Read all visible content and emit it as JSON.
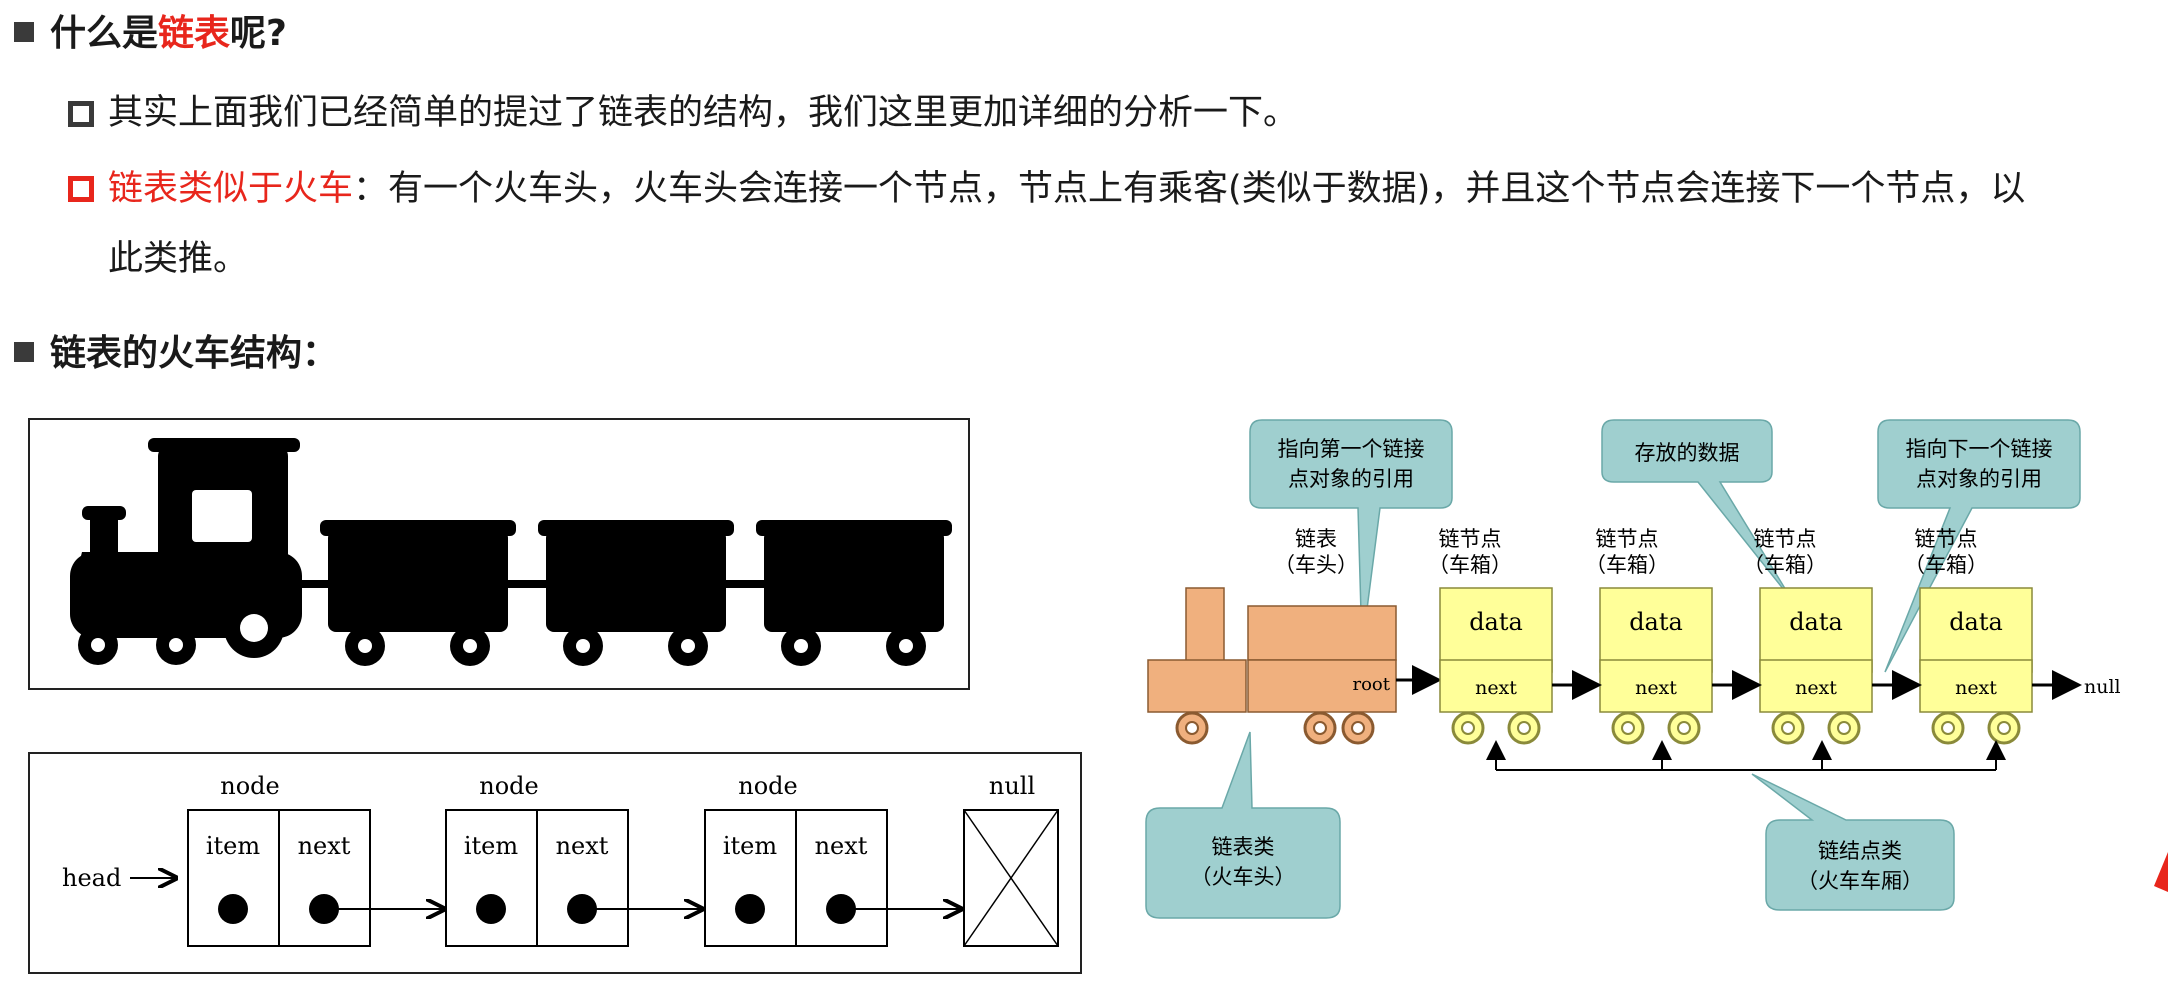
{
  "heading1": {
    "prefix": "什么是",
    "highlight": "链表",
    "suffix": "呢?"
  },
  "bullet1": "其实上面我们已经简单的提过了链表的结构，我们这里更加详细的分析一下。",
  "bullet2": {
    "highlight": "链表类似于火车",
    "rest_line1": "：有一个火车头，火车头会连接一个节点，节点上有乘客(类似于数据)，并且这个节点会连接下一个节点，以",
    "rest_line2": "此类推。"
  },
  "heading2": "链表的火车结构：",
  "linked_list_diagram": {
    "head_label": "head",
    "nodes": [
      {
        "caption": "node",
        "item": "item",
        "next": "next"
      },
      {
        "caption": "node",
        "item": "item",
        "next": "next"
      },
      {
        "caption": "node",
        "item": "item",
        "next": "next"
      }
    ],
    "null_caption": "null"
  },
  "train_diagram": {
    "callout_root_ref": [
      "指向第一个链接",
      "点对象的引用"
    ],
    "callout_data": "存放的数据",
    "callout_next_ref": [
      "指向下一个链接",
      "点对象的引用"
    ],
    "engine_label": [
      "链表",
      "（车头）"
    ],
    "car_label": [
      "链节点",
      "（车箱）"
    ],
    "root_label": "root",
    "data_label": "data",
    "next_label": "next",
    "null_label": "null",
    "callout_list_class": [
      "链表类",
      "（火车头）"
    ],
    "callout_node_class": [
      "链结点类",
      "（火车车厢）"
    ]
  },
  "colors": {
    "accent_red": "#e8261c",
    "bullet_gray": "#3a3a3a",
    "car_yellow": "#ffff99",
    "engine_orange": "#f0b07e",
    "callout_teal": "#9fcfcf"
  }
}
